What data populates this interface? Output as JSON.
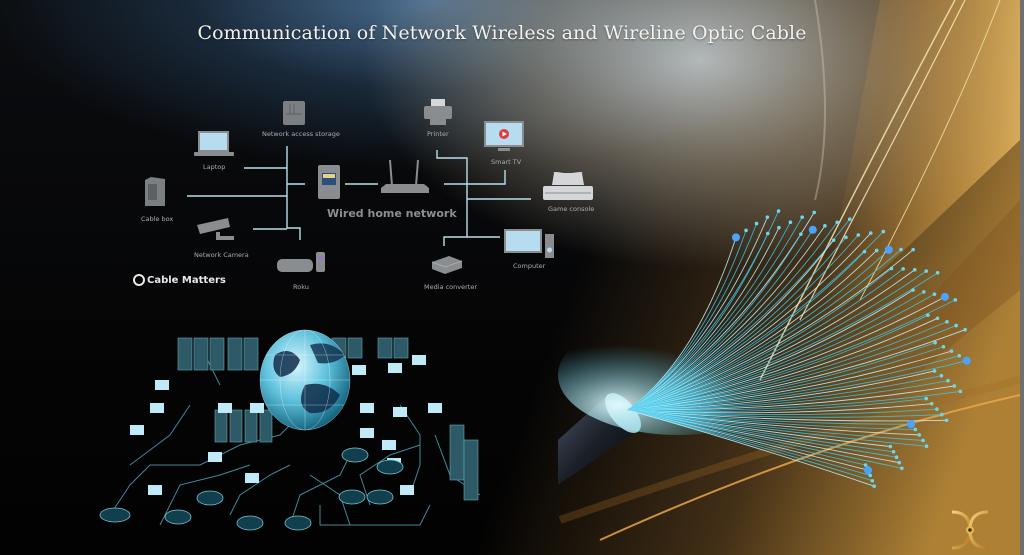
{
  "slide": {
    "title": "Communication of Network Wireless and Wireline Optic Cable"
  },
  "wired_diagram": {
    "title": "Wired home network",
    "brand": "Cable Matters",
    "devices": [
      {
        "label": "Network access storage",
        "icon": "nas-icon"
      },
      {
        "label": "Laptop",
        "icon": "laptop-icon"
      },
      {
        "label": "Cable box",
        "icon": "cable-box-icon"
      },
      {
        "label": "Network Camera",
        "icon": "camera-icon"
      },
      {
        "label": "Roku",
        "icon": "roku-icon"
      },
      {
        "label": "Printer",
        "icon": "printer-icon"
      },
      {
        "label": "Smart TV",
        "icon": "tv-icon"
      },
      {
        "label": "Game console",
        "icon": "game-console-icon"
      },
      {
        "label": "Computer",
        "icon": "computer-icon"
      },
      {
        "label": "Media converter",
        "icon": "media-converter-icon"
      }
    ],
    "hub_icons": [
      "wall-jack-icon",
      "router-icon"
    ]
  },
  "illustrations": {
    "globe_network": "global-network-illustration",
    "fiber_cable": "fiber-optic-cable-illustration"
  },
  "colors": {
    "accent_cyan": "#3fc6e8",
    "gold": "#d9a441",
    "title_text": "#f4f2ee"
  }
}
